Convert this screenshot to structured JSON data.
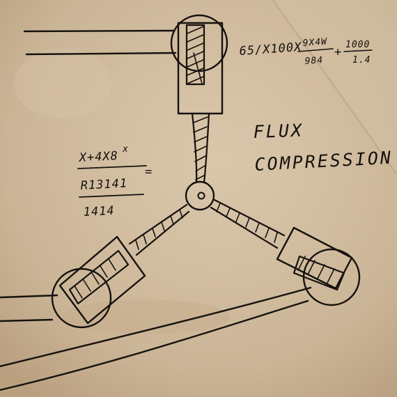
{
  "title": {
    "line1": "FLUX",
    "line2": "COMPRESSION"
  },
  "formula_top": {
    "lead": "65/X100X",
    "numerator": "9X4W",
    "denominator": "984",
    "plus": "+",
    "frac_num": "1000",
    "frac_den": "1.4"
  },
  "formula_left": {
    "line1": "X+4X8",
    "mark": "x",
    "equals": "=",
    "line2": "R13141",
    "line3": "1414"
  },
  "colors": {
    "paper": "#cdb89c",
    "paper_light": "#d9c6aa",
    "paper_dark": "#b79f80",
    "ink": "#15110d"
  }
}
